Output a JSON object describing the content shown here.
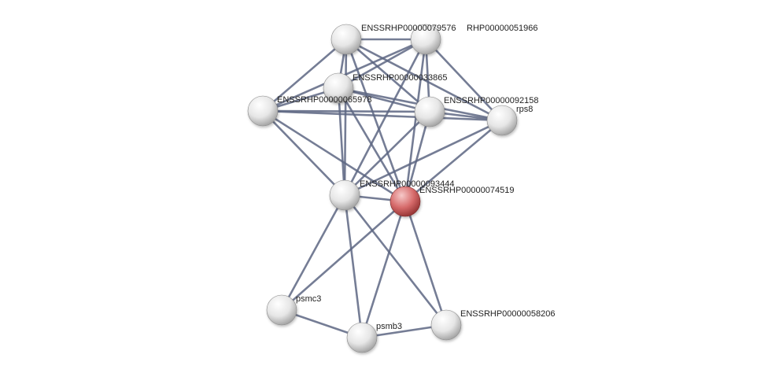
{
  "colors": {
    "edge": "#5d6683",
    "node_fill": "#eeeeee",
    "query_node_fill": "#d66a6a",
    "label": "#222222"
  },
  "nodes": [
    {
      "id": "ENSSRHP00000079576",
      "label": "ENSSRHP00000079576",
      "query": false
    },
    {
      "id": "ENSSRHP00000051966",
      "label": "RHP00000051966",
      "query": false
    },
    {
      "id": "ENSSRHP00000033865",
      "label": "ENSSRHP00000033865",
      "query": false
    },
    {
      "id": "ENSSRHP00000065978",
      "label": "ENSSRHP00000065978",
      "query": false
    },
    {
      "id": "ENSSRHP00000092158",
      "label": "ENSSRHP00000092158",
      "query": false
    },
    {
      "id": "rps8",
      "label": "rps8",
      "query": false
    },
    {
      "id": "ENSSRHP00000093444",
      "label": "ENSSRHP00000093444",
      "query": false
    },
    {
      "id": "ENSSRHP00000074519",
      "label": "ENSSRHP00000074519",
      "query": true
    },
    {
      "id": "psmc3",
      "label": "psmc3",
      "query": false
    },
    {
      "id": "psmb3",
      "label": "psmb3",
      "query": false
    },
    {
      "id": "ENSSRHP00000058206",
      "label": "ENSSRHP00000058206",
      "query": false
    }
  ],
  "edges": [
    [
      "ENSSRHP00000079576",
      "ENSSRHP00000051966"
    ],
    [
      "ENSSRHP00000079576",
      "ENSSRHP00000033865"
    ],
    [
      "ENSSRHP00000079576",
      "ENSSRHP00000065978"
    ],
    [
      "ENSSRHP00000079576",
      "ENSSRHP00000092158"
    ],
    [
      "ENSSRHP00000079576",
      "rps8"
    ],
    [
      "ENSSRHP00000079576",
      "ENSSRHP00000093444"
    ],
    [
      "ENSSRHP00000079576",
      "ENSSRHP00000074519"
    ],
    [
      "ENSSRHP00000051966",
      "ENSSRHP00000033865"
    ],
    [
      "ENSSRHP00000051966",
      "ENSSRHP00000065978"
    ],
    [
      "ENSSRHP00000051966",
      "ENSSRHP00000092158"
    ],
    [
      "ENSSRHP00000051966",
      "rps8"
    ],
    [
      "ENSSRHP00000051966",
      "ENSSRHP00000093444"
    ],
    [
      "ENSSRHP00000051966",
      "ENSSRHP00000074519"
    ],
    [
      "ENSSRHP00000033865",
      "ENSSRHP00000065978"
    ],
    [
      "ENSSRHP00000033865",
      "ENSSRHP00000092158"
    ],
    [
      "ENSSRHP00000033865",
      "rps8"
    ],
    [
      "ENSSRHP00000033865",
      "ENSSRHP00000093444"
    ],
    [
      "ENSSRHP00000033865",
      "ENSSRHP00000074519"
    ],
    [
      "ENSSRHP00000065978",
      "ENSSRHP00000092158"
    ],
    [
      "ENSSRHP00000065978",
      "rps8"
    ],
    [
      "ENSSRHP00000065978",
      "ENSSRHP00000093444"
    ],
    [
      "ENSSRHP00000065978",
      "ENSSRHP00000074519"
    ],
    [
      "ENSSRHP00000092158",
      "rps8"
    ],
    [
      "ENSSRHP00000092158",
      "ENSSRHP00000093444"
    ],
    [
      "ENSSRHP00000092158",
      "ENSSRHP00000074519"
    ],
    [
      "rps8",
      "ENSSRHP00000093444"
    ],
    [
      "rps8",
      "ENSSRHP00000074519"
    ],
    [
      "ENSSRHP00000093444",
      "ENSSRHP00000074519"
    ],
    [
      "ENSSRHP00000093444",
      "psmc3"
    ],
    [
      "ENSSRHP00000093444",
      "psmb3"
    ],
    [
      "ENSSRHP00000093444",
      "ENSSRHP00000058206"
    ],
    [
      "ENSSRHP00000074519",
      "psmc3"
    ],
    [
      "ENSSRHP00000074519",
      "psmb3"
    ],
    [
      "ENSSRHP00000074519",
      "ENSSRHP00000058206"
    ],
    [
      "psmc3",
      "psmb3"
    ],
    [
      "psmb3",
      "ENSSRHP00000058206"
    ]
  ]
}
